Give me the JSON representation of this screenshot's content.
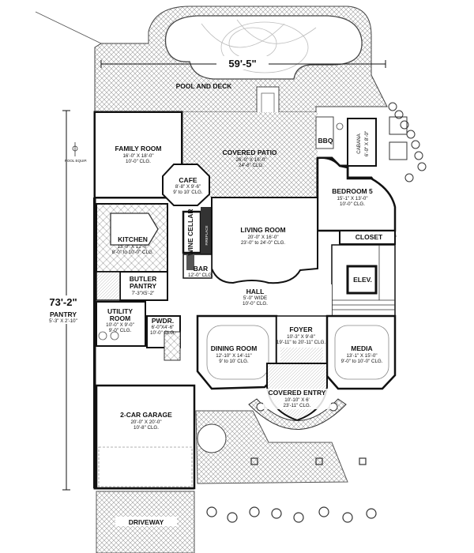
{
  "dimensions": {
    "width": "59'-5\"",
    "depth": "73'-2\""
  },
  "rooms": {
    "pool_deck": {
      "name": "POOL AND DECK"
    },
    "family_room": {
      "name": "FAMILY ROOM",
      "size": "16'-0\" X 18'-0\"",
      "ceiling": "10'-0\" CLG."
    },
    "covered_patio": {
      "name": "COVERED PATIO",
      "size": "26'-0\" X 16'-0\"",
      "ceiling": "24'-6\" CLG."
    },
    "bbq": {
      "name": "BBQ"
    },
    "cabana": {
      "name": "CABANA",
      "size": "6'-0\" X 8'-0\""
    },
    "cafe": {
      "name": "CAFE",
      "size": "8'-8\" X 9'-6\"",
      "ceiling": "9' to 10' CLG."
    },
    "bedroom5": {
      "name": "BEDROOM 5",
      "size": "15'-1\" X 13'-0\"",
      "ceiling": "10'-0\" CLG."
    },
    "closet": {
      "name": "CLOSET"
    },
    "kitchen": {
      "name": "KITCHEN",
      "size": "13'-0\" X 12'-0\"",
      "ceiling": "8'-0\" to 10'-0\" CLG."
    },
    "wine_cellar": {
      "name": "WINE CELLAR"
    },
    "living_room": {
      "name": "LIVING ROOM",
      "size": "20'-0\" X 16'-0\"",
      "ceiling": "23'-0\" to 24'-0\" CLG."
    },
    "fireplace": {
      "name": "FIREPLACE"
    },
    "bar": {
      "name": "BAR",
      "ceiling": "12'-0\" CLG."
    },
    "butler_pantry": {
      "name1": "BUTLER",
      "name2": "PANTRY",
      "size": "7'-3\"X5'-2\""
    },
    "elevator": {
      "name": "ELEV."
    },
    "hall": {
      "name": "HALL",
      "size": "5'-0\" WIDE",
      "ceiling": "10'-0\" CLG."
    },
    "pantry": {
      "name": "PANTRY",
      "size": "5'-3\" X 2'-10\""
    },
    "utility_room": {
      "name1": "UTILITY",
      "name2": "ROOM",
      "size": "10'-0\" X 9'-0\"",
      "ceiling": "9'-0\" CLG."
    },
    "powder": {
      "name": "PWDR.",
      "size": "6'-0\"X4'-6\"",
      "ceiling": "10'-0\" CLG."
    },
    "foyer": {
      "name": "FOYER",
      "size": "10'-3\" X 9'-8\"",
      "ceiling": "19'-11\" to 20'-11\" CLG."
    },
    "dining_room": {
      "name": "DINING ROOM",
      "size": "12'-10\" X 14'-11\"",
      "ceiling": "9' to 10' CLG."
    },
    "media": {
      "name": "MEDIA",
      "size": "13'-1\" X 15'-0\"",
      "ceiling": "9'-0\" to 10'-0\" CLG."
    },
    "covered_entry": {
      "name": "COVERED ENTRY",
      "size": "10'-10\" X 6'",
      "ceiling": "23'-11\" CLG."
    },
    "garage": {
      "name": "2-CAR GARAGE",
      "size": "20'-0\" X 20'-0\"",
      "ceiling": "10'-8\" CLG."
    },
    "driveway": {
      "name": "DRIVEWAY"
    },
    "pool_equip": {
      "name": "POOL EQUIP."
    }
  }
}
